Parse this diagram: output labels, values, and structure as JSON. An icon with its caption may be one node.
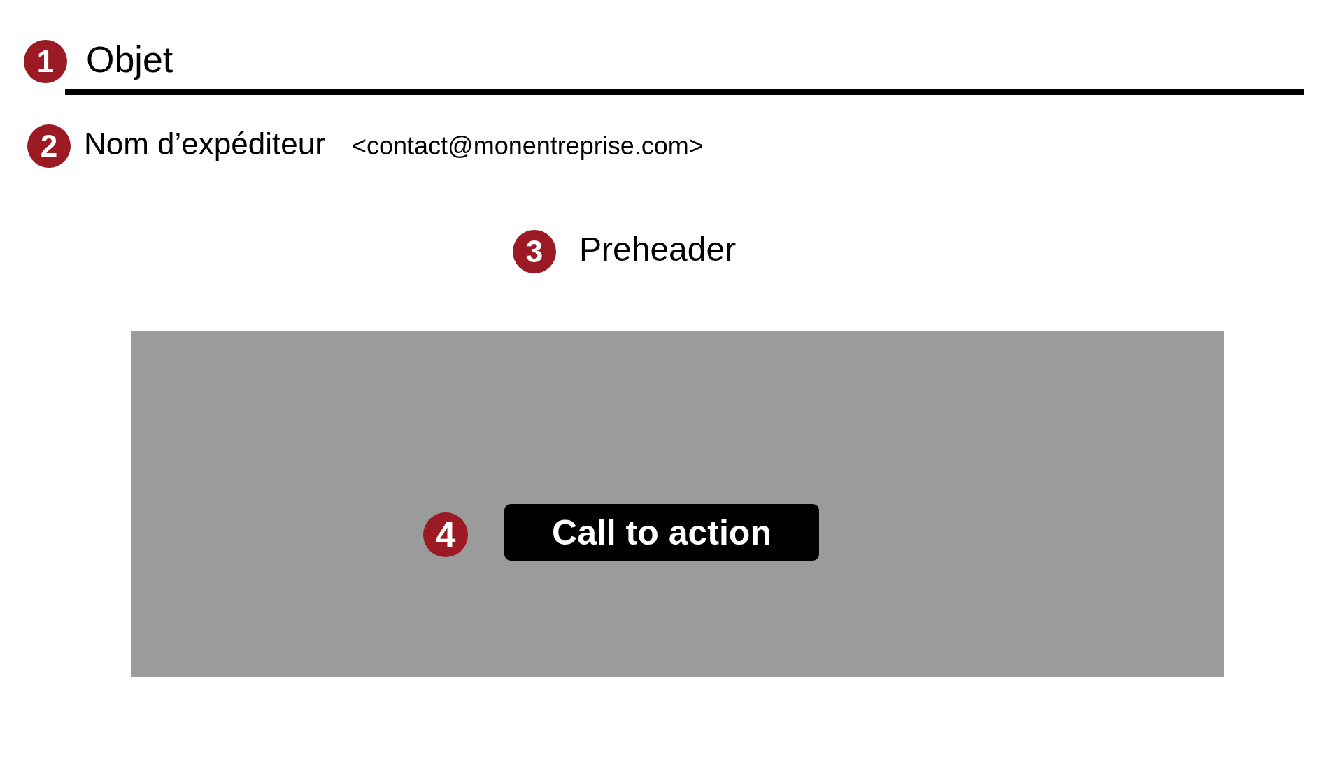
{
  "diagram": {
    "nodes": [
      {
        "text": [
          "1"
        ],
        "beside": [
          "Objet"
        ]
      },
      {
        "text": [
          "2"
        ],
        "beside": [
          "Nom d’expéditeur",
          "<contact@monentreprise.com>"
        ]
      },
      {
        "text": [
          "3"
        ],
        "beside": [
          "Preheader"
        ]
      },
      {
        "text": [],
        "shape": "box"
      },
      {
        "text": [
          "4"
        ],
        "in": 3
      },
      {
        "text": [
          "Call to action"
        ],
        "in": 3
      }
    ]
  }
}
